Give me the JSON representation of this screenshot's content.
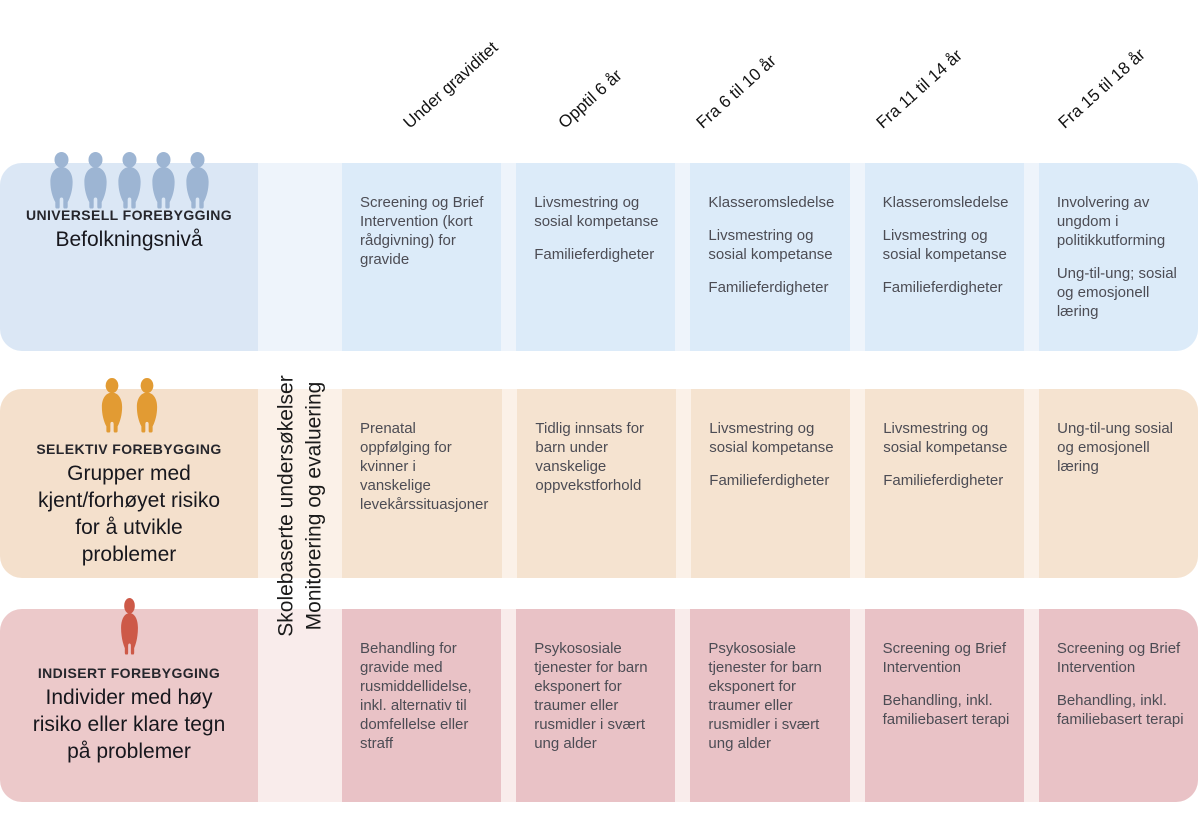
{
  "figure": {
    "column_headers": [
      "Under graviditet",
      "Opptil 6 år",
      "Fra 6 til 10 år",
      "Fra 11 til 14 år",
      "Fra 15 til 18 år"
    ],
    "vertical_band": {
      "line1": "Skolebaserte undersøkelser",
      "line2": "Monitorering og evaluering"
    },
    "rows": [
      {
        "id": "universell-forebygging",
        "level_label": "UNIVERSELL FOREBYGGING",
        "level_description": "Befolkningsnivå",
        "icon": "person-icon",
        "icon_count": 5,
        "colors": {
          "label_box": "#dbe7f5",
          "band": "#eef4fb",
          "cell": "#dcebf9",
          "icon": "#9db5d3"
        },
        "cells": [
          [
            "Screening og Brief Intervention (kort rådgivning) for gravide"
          ],
          [
            "Livsmestring og sosial kompetanse",
            "Familieferdigheter"
          ],
          [
            "Klasseromsledelse",
            "Livsmestring og sosial kompetanse",
            "Familieferdigheter"
          ],
          [
            "Klasseromsledelse",
            "Livsmestring og sosial kompetanse",
            "Familieferdigheter"
          ],
          [
            "Involvering av ungdom i politikkutforming",
            "Ung-til-ung; sosial og emosjonell læring"
          ]
        ]
      },
      {
        "id": "selektiv-forebygging",
        "level_label": "SELEKTIV FOREBYGGING",
        "level_description": "Grupper med kjent/forhøyet risiko for å utvikle problemer",
        "icon": "person-icon",
        "icon_count": 2,
        "colors": {
          "label_box": "#f4e0cc",
          "band": "#fbf1e8",
          "cell": "#f5e3d0",
          "icon": "#e29b33"
        },
        "cells": [
          [
            "Prenatal oppfølging for kvinner i vanskelige levekårssituasjoner"
          ],
          [
            "Tidlig innsats for barn under vanskelige oppvekstforhold"
          ],
          [
            "Livsmestring og sosial kompetanse",
            "Familieferdigheter"
          ],
          [
            "Livsmestring og sosial kompetanse",
            "Familieferdigheter"
          ],
          [
            "Ung-til-ung sosial og emosjonell læring"
          ]
        ]
      },
      {
        "id": "indisert-forebygging",
        "level_label": "INDISERT FOREBYGGING",
        "level_description": "Individer med høy risiko eller klare tegn på problemer",
        "icon": "person-icon",
        "icon_count": 1,
        "colors": {
          "label_box": "#ecc9ca",
          "band": "#f9eceb",
          "cell": "#e9c2c6",
          "icon": "#cd5948"
        },
        "cells": [
          [
            "Behandling for gravide med rusmiddellidelse, inkl. alternativ til domfellelse eller straff"
          ],
          [
            "Psykososiale tjenester for barn eksponert for traumer eller rusmidler i svært ung alder"
          ],
          [
            "Psykososiale tjenester for barn eksponert for traumer eller rusmidler i svært ung alder"
          ],
          [
            "Screening og Brief Intervention",
            "Behandling, inkl. familiebasert terapi"
          ],
          [
            "Screening og Brief Intervention",
            "Behandling, inkl. familiebasert terapi"
          ]
        ]
      }
    ]
  }
}
